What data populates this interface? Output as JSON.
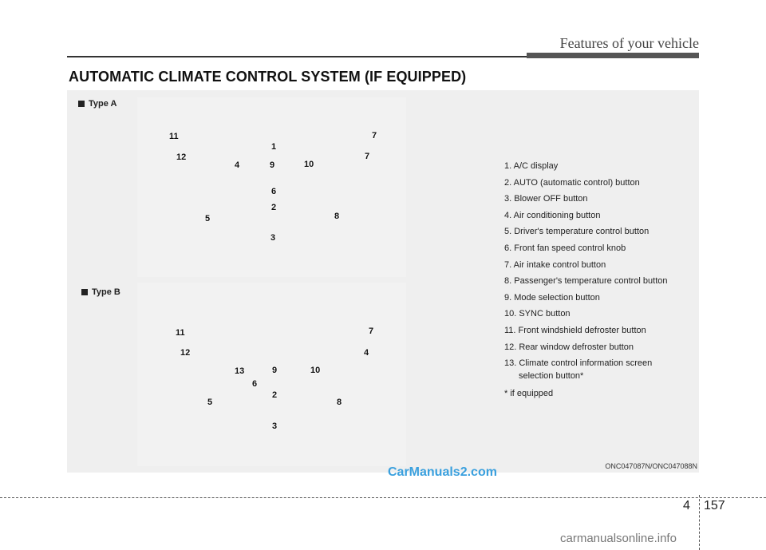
{
  "header": {
    "section": "Features of your vehicle"
  },
  "title": "AUTOMATIC CLIMATE CONTROL SYSTEM (IF EQUIPPED)",
  "figure_a": {
    "label": "Type A",
    "callouts": [
      "11",
      "1",
      "7",
      "12",
      "4",
      "9",
      "10",
      "7",
      "6",
      "2",
      "8",
      "5",
      "3"
    ]
  },
  "figure_b": {
    "label": "Type B",
    "callouts": [
      "11",
      "7",
      "12",
      "4",
      "13",
      "9",
      "10",
      "6",
      "2",
      "5",
      "8",
      "3"
    ]
  },
  "legend": {
    "items": [
      "1. A/C display",
      "2. AUTO (automatic control) button",
      "3. Blower OFF button",
      "4. Air conditioning button",
      "5. Driver's temperature control button",
      "6. Front fan speed control knob",
      "7. Air intake control button",
      "8. Passenger's temperature control button",
      "9. Mode selection button",
      "10. SYNC button",
      "11. Front windshield defroster button",
      "12. Rear window defroster button"
    ],
    "item13_line1": "13. Climate control information screen",
    "item13_line2": "selection button*",
    "footnote": "* if equipped"
  },
  "figure_code": "ONC047087N/ONC047088N",
  "watermark": "CarManuals2.com",
  "footer": {
    "chapter": "4",
    "page": "157",
    "site": "carmanualsonline.info"
  }
}
